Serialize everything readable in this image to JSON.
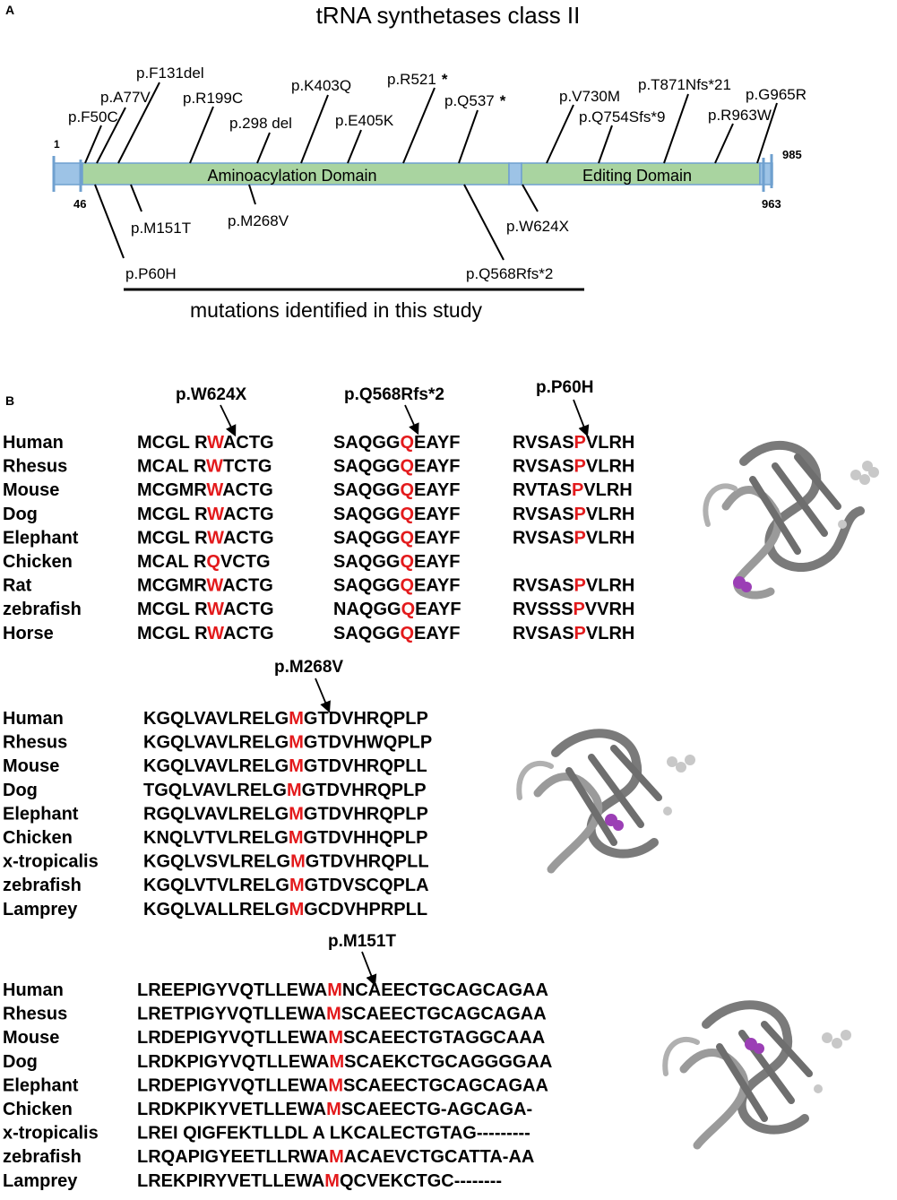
{
  "panel_a": {
    "letter": "A",
    "title": "tRNA synthetases class II",
    "pos_start": "1",
    "pos_46": "46",
    "pos_963": "963",
    "pos_985": "985",
    "domain_aminoacylation": "Aminoacylation Domain",
    "domain_editing": "Editing Domain",
    "footer": "mutations identified in this study",
    "colors": {
      "bar_fill": "#a9d4a0",
      "bar_border": "#6fa0cf",
      "end_cap": "#9dc3e6"
    },
    "mutations_top": [
      {
        "label": "p.F50C"
      },
      {
        "label": "p.A77V"
      },
      {
        "label": "p.F131del"
      },
      {
        "label": "p.R199C"
      },
      {
        "label": "p.298 del"
      },
      {
        "label": "p.K403Q"
      },
      {
        "label": "p.E405K"
      },
      {
        "label": "p.R521",
        "star": "*"
      },
      {
        "label": "p.Q537",
        "star": "*"
      },
      {
        "label": "p.V730M"
      },
      {
        "label": "p.Q754Sfs*9"
      },
      {
        "label": "p.T871Nfs*21"
      },
      {
        "label": "p.R963W"
      },
      {
        "label": "p.G965R"
      }
    ],
    "mutations_bottom": [
      {
        "label": "p.M151T"
      },
      {
        "label": "p.M268V"
      },
      {
        "label": "p.W624X"
      },
      {
        "label": "p.P60H"
      },
      {
        "label": "p.Q568Rfs*2"
      }
    ]
  },
  "panel_b": {
    "letter": "B",
    "block1": {
      "headers": [
        "p.W624X",
        "p.Q568Rfs*2",
        "p.P60H"
      ],
      "rows": [
        {
          "species": "Human",
          "s1": [
            "MCGL R",
            "W",
            "ACTG"
          ],
          "s2": [
            "SAQGG",
            "Q",
            "EAYF"
          ],
          "s3": [
            "RVSAS",
            "P",
            "VLRH"
          ]
        },
        {
          "species": "Rhesus",
          "s1": [
            "MCAL R",
            "W",
            "TCTG"
          ],
          "s2": [
            "SAQGG",
            "Q",
            "EAYF"
          ],
          "s3": [
            "RVSAS",
            "P",
            "VLRH"
          ]
        },
        {
          "species": "Mouse",
          "s1": [
            "MCGMR",
            "W",
            "ACTG"
          ],
          "s2": [
            "SAQGG",
            "Q",
            "EAYF"
          ],
          "s3": [
            "RVTAS",
            "P",
            "VLRH"
          ]
        },
        {
          "species": "Dog",
          "s1": [
            "MCGL R",
            "W",
            "ACTG"
          ],
          "s2": [
            "SAQGG",
            "Q",
            "EAYF"
          ],
          "s3": [
            "RVSAS",
            "P",
            "VLRH"
          ]
        },
        {
          "species": "Elephant",
          "s1": [
            "MCGL R",
            "W",
            "ACTG"
          ],
          "s2": [
            "SAQGG",
            "Q",
            "EAYF"
          ],
          "s3": [
            "RVSAS",
            "P",
            "VLRH"
          ]
        },
        {
          "species": "Chicken",
          "s1": [
            "MCAL R",
            "Q",
            "VCTG"
          ],
          "s2": [
            "SAQGG",
            "Q",
            "EAYF"
          ],
          "s3": [
            "",
            "",
            ""
          ]
        },
        {
          "species": "Rat",
          "s1": [
            "MCGMR",
            "W",
            "ACTG"
          ],
          "s2": [
            "SAQGG",
            "Q",
            "EAYF"
          ],
          "s3": [
            "RVSAS",
            "P",
            "VLRH"
          ]
        },
        {
          "species": "zebrafish",
          "s1": [
            "MCGL R",
            "W",
            "ACTG"
          ],
          "s2": [
            "NAQGG",
            "Q",
            "EAYF"
          ],
          "s3": [
            "RVSSS",
            "P",
            "VVRH"
          ]
        },
        {
          "species": "Horse",
          "s1": [
            "MCGL R",
            "W",
            "ACTG"
          ],
          "s2": [
            "SAQGG",
            "Q",
            "EAYF"
          ],
          "s3": [
            "RVSAS",
            "P",
            "VLRH"
          ]
        }
      ]
    },
    "block2": {
      "header": "p.M268V",
      "rows": [
        {
          "species": "Human",
          "seq": [
            "KGQLVAVLRELG",
            "M",
            "GTDVHRQPLP"
          ]
        },
        {
          "species": "Rhesus",
          "seq": [
            "KGQLVAVLRELG",
            "M",
            "GTDVHWQPLP"
          ]
        },
        {
          "species": "Mouse",
          "seq": [
            "KGQLVAVLRELG",
            "M",
            "GTDVHRQPLL"
          ]
        },
        {
          "species": "Dog",
          "seq": [
            "TGQLVAVLRELG",
            "M",
            "GTDVHRQPLP"
          ]
        },
        {
          "species": "Elephant",
          "seq": [
            "RGQLVAVLRELG",
            "M",
            "GTDVHRQPLP"
          ]
        },
        {
          "species": "Chicken",
          "seq": [
            "KNQLVTVLRELG",
            "M",
            "GTDVHHQPLP"
          ]
        },
        {
          "species": "x-tropicalis",
          "seq": [
            "KGQLVSVLRELG",
            "M",
            "GTDVHRQPLL"
          ]
        },
        {
          "species": "zebrafish",
          "seq": [
            "KGQLVTVLRELG",
            "M",
            "GTDVSCQPLA"
          ]
        },
        {
          "species": "Lamprey",
          "seq": [
            "KGQLVALLRELG",
            "M",
            "GCDVHPRPLL"
          ]
        }
      ]
    },
    "block3": {
      "header": "p.M151T",
      "rows": [
        {
          "species": "Human",
          "seq": [
            "LREEPIGYVQTLLEWA",
            "M",
            "NCAEECTGCAGCAGAA"
          ]
        },
        {
          "species": "Rhesus",
          "seq": [
            "LRETPIGYVQTLLEWA",
            "M",
            "SCAEECTGCAGCAGAA"
          ]
        },
        {
          "species": "Mouse",
          "seq": [
            "LRDEPIGYVQTLLEWA",
            "M",
            "SCAEECTGTAGGCAAA"
          ]
        },
        {
          "species": "Dog",
          "seq": [
            "LRDKPIGYVQTLLEWA",
            "M",
            "SCAEKCTGCAGGGGAA"
          ]
        },
        {
          "species": "Elephant",
          "seq": [
            "LRDEPIGYVQTLLEWA",
            "M",
            "SCAEECTGCAGCAGAA"
          ]
        },
        {
          "species": "Chicken",
          "seq": [
            "LRDKPIKYVETLLEWA",
            "M",
            "SCAEECTG-AGCAGA-"
          ]
        },
        {
          "species": "x-tropicalis",
          "seq": [
            "LREI QIGFEKTLLDL A LKCALECTGTAG---------",
            "",
            ""
          ]
        },
        {
          "species": "zebrafish",
          "seq": [
            "LRQAPIGYEETLLRWA",
            "M",
            "ACAEVCTGCATTA-AA"
          ]
        },
        {
          "species": "Lamprey",
          "seq": [
            "LREKPIRYVETLLEWA",
            "M",
            "QCVEKCTGC--------"
          ]
        }
      ]
    },
    "colors": {
      "highlight": "#e31a1c",
      "protein": "#8c8c8c",
      "mutant_residue": "#9b3fb5"
    }
  }
}
